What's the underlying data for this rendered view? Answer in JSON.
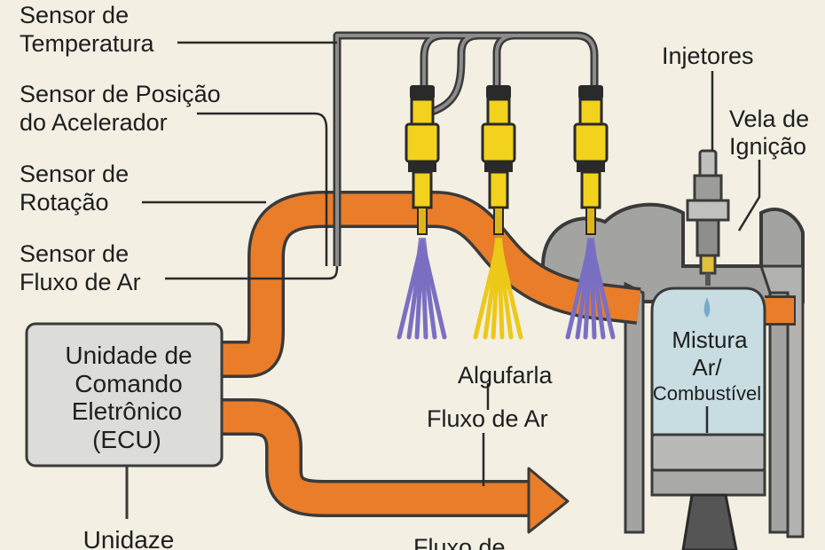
{
  "sensors": {
    "temperature": {
      "line1": "Sensor de",
      "line2": "Temperatura"
    },
    "throttle_position": {
      "line1": "Sensor de Posição",
      "line2": "do Acelerador"
    },
    "rotation": {
      "line1": "Sensor de",
      "line2": "Rotação"
    },
    "air_flow": {
      "line1": "Sensor de",
      "line2": "Fluxo de Ar"
    }
  },
  "ecu": {
    "line1": "Unidade de",
    "line2": "Comando",
    "line3": "Eletrônico",
    "line4": "(ECU)"
  },
  "bottom_left_label": "Unidaze",
  "injectors_label": "Injetores",
  "spark_plug_label": {
    "line1": "Vela de",
    "line2": "Ignição"
  },
  "spray_label": "Algufarla",
  "air_flow_label": "Fluxo de Ar",
  "bottom_center_label": "Fluxo de",
  "cylinder_label": {
    "line1": "Mistura",
    "line2": "Ar/",
    "line3": "Combustível"
  },
  "colors": {
    "background": "#f3efe3",
    "intake_pipe": "#e97d2a",
    "injector_body": "#f2d21c",
    "spray_purple": "#7a6fc2",
    "spray_yellow": "#ecc81a",
    "engine_gray": "#a3a4a2",
    "cylinder_fill": "#c7dde2",
    "ecu_box": "#dcdcd8",
    "wire": "#6c6c6c"
  }
}
